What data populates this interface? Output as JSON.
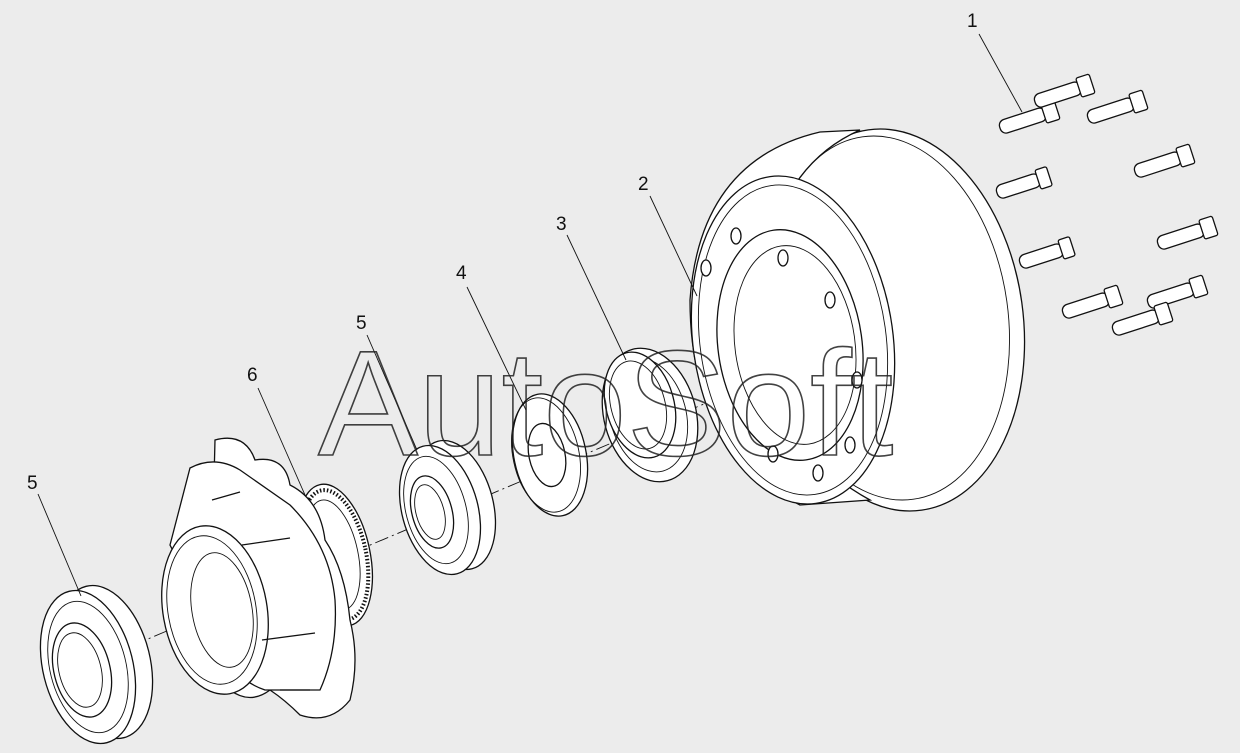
{
  "diagram": {
    "watermark": "AutoSoft",
    "callouts": [
      {
        "id": "c1",
        "label": "1"
      },
      {
        "id": "c2",
        "label": "2"
      },
      {
        "id": "c3",
        "label": "3"
      },
      {
        "id": "c4",
        "label": "4"
      },
      {
        "id": "c5a",
        "label": "5"
      },
      {
        "id": "c5b",
        "label": "5"
      },
      {
        "id": "c6",
        "label": "6"
      }
    ]
  }
}
